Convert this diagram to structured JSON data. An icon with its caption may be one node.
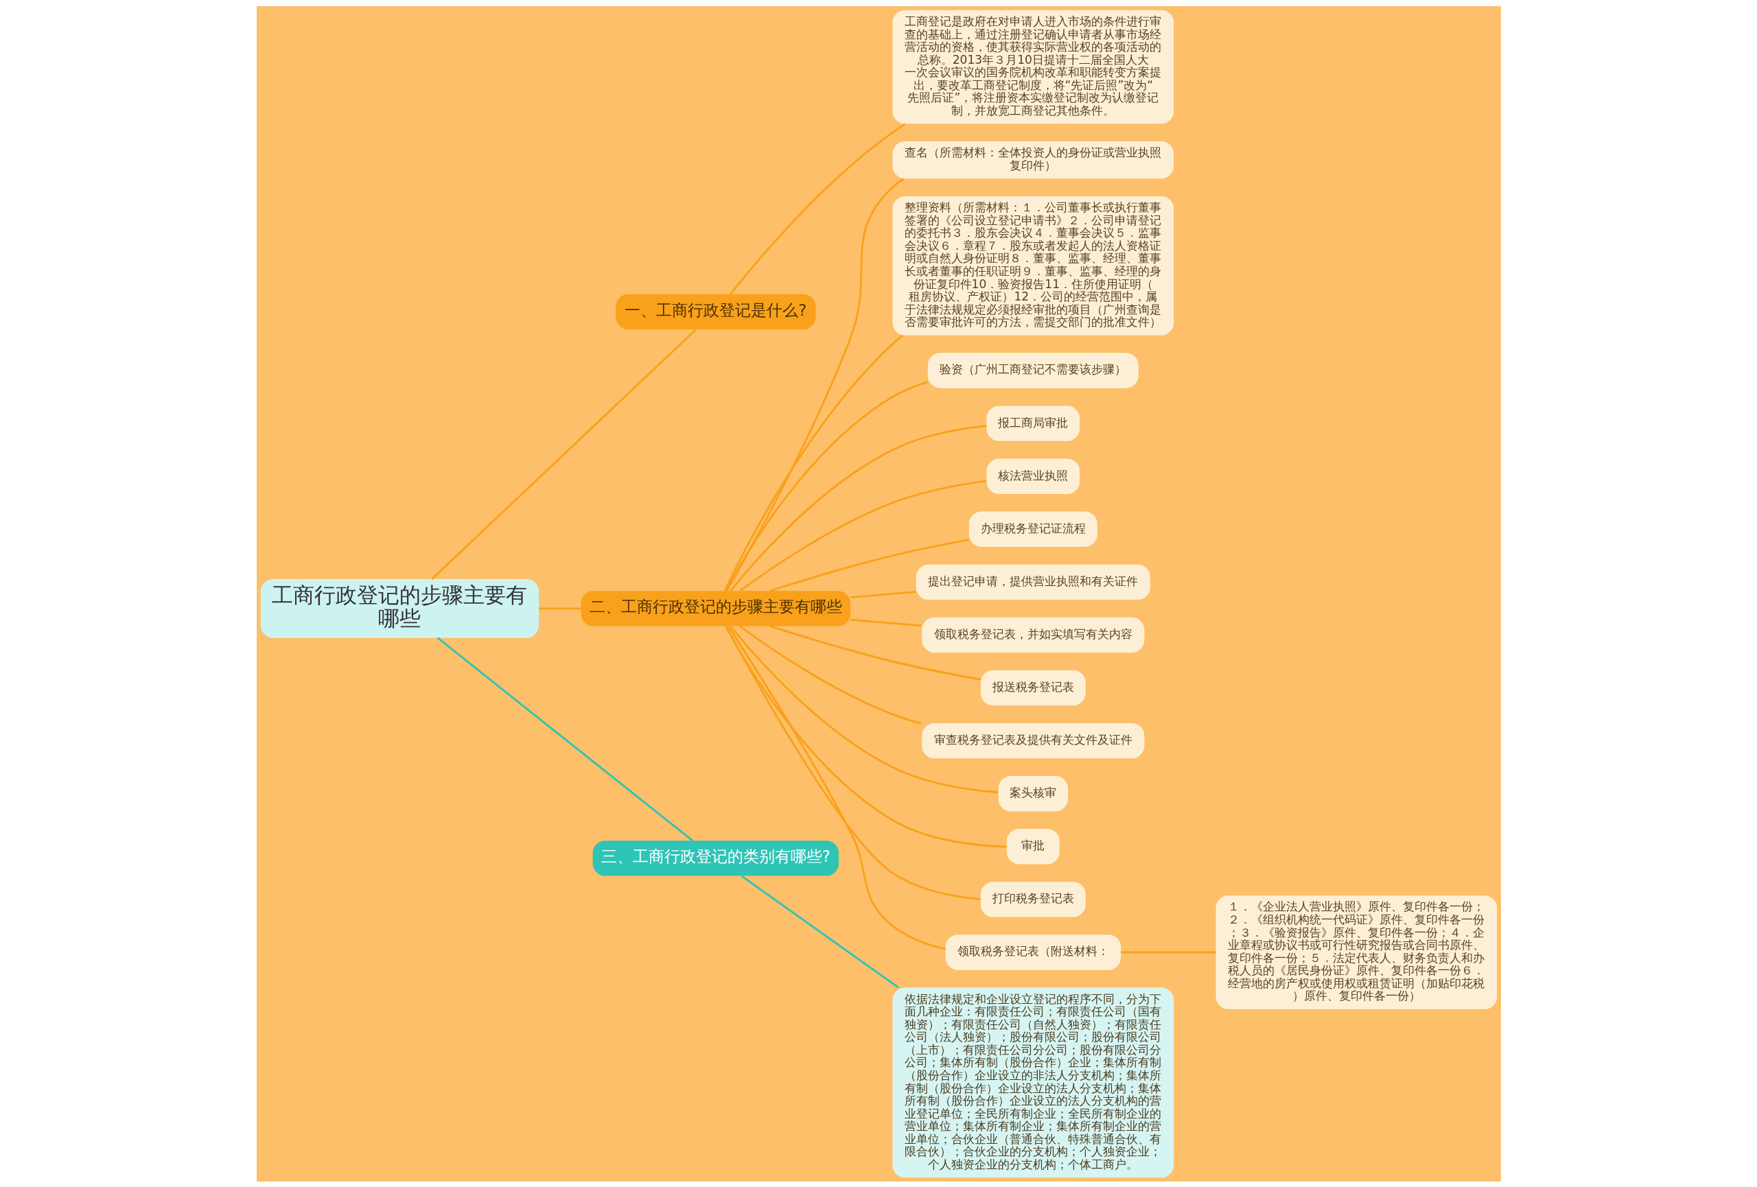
{
  "diagram": {
    "nodes": [
      {
        "text": [
          "工商行政登记的步骤主要有哪些"
        ]
      },
      {
        "text": [
          "一、工商行政登记是什么?"
        ]
      },
      {
        "text": [
          "工商登记是政府在对申请人进入市场的条件进行审查的基础上，通过注册登记确认申请者从事市场经营活动的资格，使其获得实际营业权的各项活动的总称。2013年３月10日提请十二届全国人大一次会议审议的国务院机构改革和职能转变方案提出，要改革工商登记制度，将“先证后照”改为“先照后证”，将注册资本实缴登记制改为认缴登记制，并放宽工商登记其他条件。"
        ]
      },
      {
        "text": [
          "二、工商行政登记的步骤主要有哪些"
        ]
      },
      {
        "text": [
          "查名（所需材料：全体投资人的身份证或营业执照复印件）"
        ]
      },
      {
        "text": [
          "整理资料（所需材料：１．公司董事长或执行董事签署的《公司设立登记申请书》２．公司申请登记的委托书３．股东会决议４．董事会决议５．监事会决议６．章程７．股东或者发起人的法人资格证明或自然人身份证明８．董事、监事、经理、董事长或者董事的任职证明９．董事、监事、经理的身份证复印件10．验资报告11．住所使用证明（租房协议、产权证）12．公司的经营范围中，属于法律法规规定必须报经审批的项目（广州查询是否需要审批许可的方法，需提交部门的批准文件）"
        ]
      },
      {
        "text": [
          "验资（广州工商登记不需要该步骤）"
        ]
      },
      {
        "text": [
          "报工商局审批"
        ]
      },
      {
        "text": [
          "核法营业执照"
        ]
      },
      {
        "text": [
          "办理税务登记证流程"
        ]
      },
      {
        "text": [
          "提出登记申请，提供营业执照和有关证件"
        ]
      },
      {
        "text": [
          "领取税务登记表，并如实填写有关内容"
        ]
      },
      {
        "text": [
          "报送税务登记表"
        ]
      },
      {
        "text": [
          "审查税务登记表及提供有关文件及证件"
        ]
      },
      {
        "text": [
          "案头核审"
        ]
      },
      {
        "text": [
          "审批"
        ]
      },
      {
        "text": [
          "打印税务登记表"
        ]
      },
      {
        "text": [
          "领取税务登记表（附送材料："
        ]
      },
      {
        "text": [
          "１．《企业法人营业执照》原件、复印件各一份；２．《组织机构统一代码证》原件、复印件各一份；３．《验资报告》原件、复印件各一份；４．企业章程或协议书或可行性研究报告或合同书原件、复印件各一份；５．法定代表人、财务负责人和办税人员的《居民身份证》原件、复印件各一份６．经营地的房产权或使用权或租赁证明（加贴印花税）原件、复印件各一份）"
        ]
      },
      {
        "text": [
          "三、工商行政登记的类别有哪些?"
        ]
      },
      {
        "text": [
          "依据法律规定和企业设立登记的程序不同，分为下面几种企业：有限责任公司；有限责任公司（国有独资）；有限责任公司（自然人独资）；有限责任公司（法人独资）；股份有限公司；股份有限公司（上市）；有限责任公司分公司；股份有限公司分公司；集体所有制（股份合作）企业；集体所有制（股份合作）企业设立的非法人分支机构；集体所有制（股份合作）企业设立的法人分支机构；集体所有制（股份合作）企业设立的法人分支机构的营业登记单位；全民所有制企业；全民所有制企业的营业单位；集体所有制企业；集体所有制企业的营业单位；合伙企业（普通合伙、特殊普通合伙、有限合伙）；合伙企业的分支机构；个人独资企业；个人独资企业的分支机构；个体工商户。"
        ]
      }
    ],
    "edges": [
      {
        "from": 0,
        "to": 1,
        "arrow": "none"
      },
      {
        "from": 1,
        "to": 2,
        "arrow": "none"
      },
      {
        "from": 0,
        "to": 3,
        "arrow": "none"
      },
      {
        "from": 3,
        "to": 4,
        "arrow": "none"
      },
      {
        "from": 3,
        "to": 5,
        "arrow": "none"
      },
      {
        "from": 3,
        "to": 6,
        "arrow": "none"
      },
      {
        "from": 3,
        "to": 7,
        "arrow": "none"
      },
      {
        "from": 3,
        "to": 8,
        "arrow": "none"
      },
      {
        "from": 3,
        "to": 9,
        "arrow": "none"
      },
      {
        "from": 3,
        "to": 10,
        "arrow": "none"
      },
      {
        "from": 3,
        "to": 11,
        "arrow": "none"
      },
      {
        "from": 3,
        "to": 12,
        "arrow": "none"
      },
      {
        "from": 3,
        "to": 13,
        "arrow": "none"
      },
      {
        "from": 3,
        "to": 14,
        "arrow": "none"
      },
      {
        "from": 3,
        "to": 15,
        "arrow": "none"
      },
      {
        "from": 3,
        "to": 16,
        "arrow": "none"
      },
      {
        "from": 3,
        "to": 17,
        "arrow": "none"
      },
      {
        "from": 17,
        "to": 18,
        "arrow": "none"
      },
      {
        "from": 0,
        "to": 19,
        "arrow": "none",
        "color": "#2ec4b6"
      },
      {
        "from": 19,
        "to": 20,
        "arrow": "none",
        "color": "#2ec4b6"
      }
    ]
  }
}
